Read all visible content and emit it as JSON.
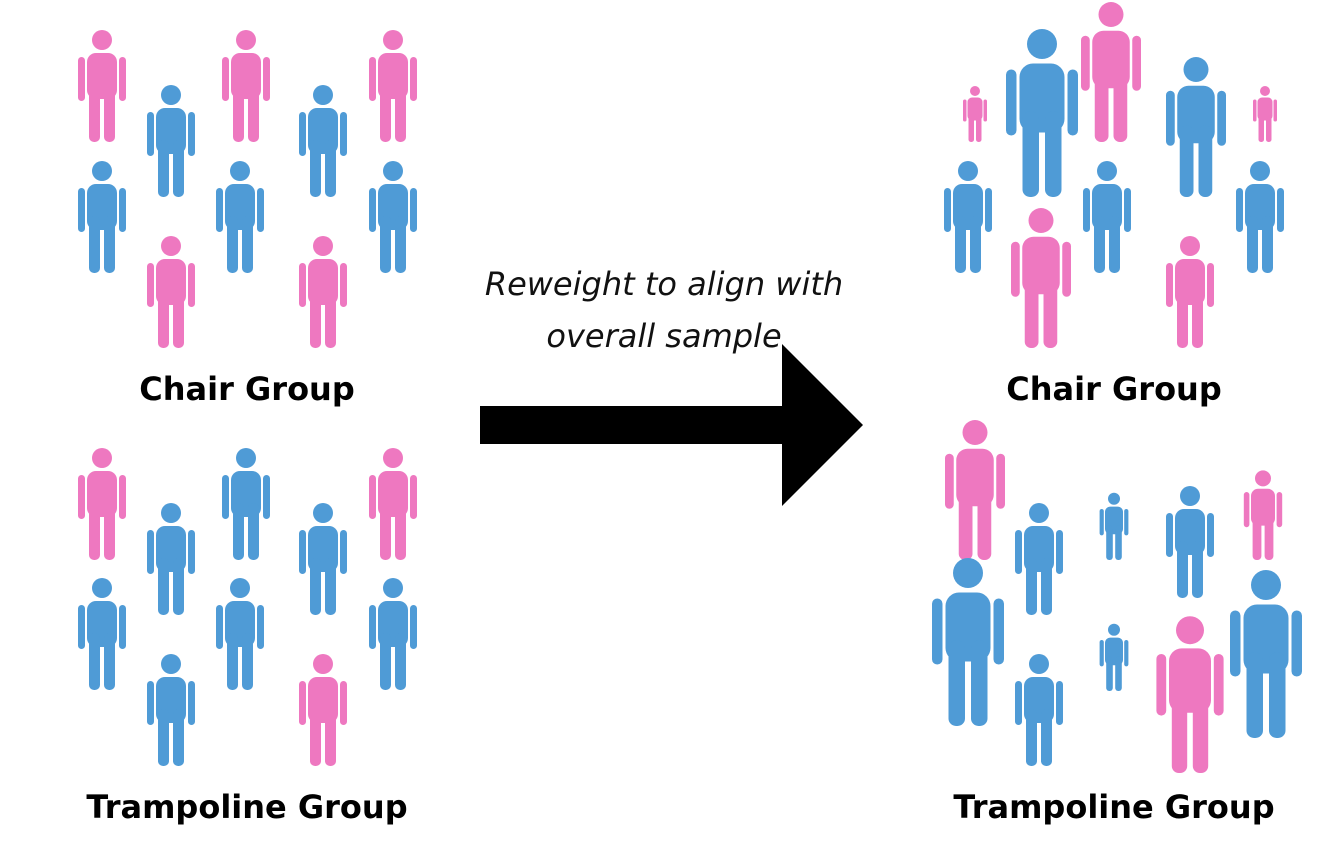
{
  "colors": {
    "female": "#ee78c0",
    "male": "#4f9bd6",
    "arrow": "#000000"
  },
  "icon_names": {
    "female": "person-female-icon",
    "male": "person-male-icon"
  },
  "caption": "Reweight to align with overall sample",
  "panels": [
    {
      "id": "before-chair",
      "label": "Chair Group",
      "weighted": false,
      "people": [
        {
          "sex": "female",
          "weight": 1
        },
        {
          "sex": "male",
          "weight": 1
        },
        {
          "sex": "female",
          "weight": 1
        },
        {
          "sex": "male",
          "weight": 1
        },
        {
          "sex": "female",
          "weight": 1
        },
        {
          "sex": "male",
          "weight": 1
        },
        {
          "sex": "male",
          "weight": 1
        },
        {
          "sex": "male",
          "weight": 1
        },
        {
          "sex": "female",
          "weight": 1
        },
        {
          "sex": "female",
          "weight": 1
        }
      ]
    },
    {
      "id": "before-trampoline",
      "label": "Trampoline Group",
      "weighted": false,
      "people": [
        {
          "sex": "female",
          "weight": 1
        },
        {
          "sex": "male",
          "weight": 1
        },
        {
          "sex": "male",
          "weight": 1
        },
        {
          "sex": "male",
          "weight": 1
        },
        {
          "sex": "female",
          "weight": 1
        },
        {
          "sex": "male",
          "weight": 1
        },
        {
          "sex": "male",
          "weight": 1
        },
        {
          "sex": "male",
          "weight": 1
        },
        {
          "sex": "male",
          "weight": 1
        },
        {
          "sex": "female",
          "weight": 1
        }
      ]
    },
    {
      "id": "after-chair",
      "label": "Chair Group",
      "weighted": true,
      "people": [
        {
          "sex": "female",
          "weight": 0.5
        },
        {
          "sex": "male",
          "weight": 1.5
        },
        {
          "sex": "female",
          "weight": 1.25
        },
        {
          "sex": "male",
          "weight": 1.25
        },
        {
          "sex": "female",
          "weight": 0.5
        },
        {
          "sex": "male",
          "weight": 1
        },
        {
          "sex": "male",
          "weight": 1
        },
        {
          "sex": "male",
          "weight": 1
        },
        {
          "sex": "female",
          "weight": 1.25
        },
        {
          "sex": "female",
          "weight": 1
        }
      ]
    },
    {
      "id": "after-trampoline",
      "label": "Trampoline Group",
      "weighted": true,
      "people": [
        {
          "sex": "female",
          "weight": 1.25
        },
        {
          "sex": "male",
          "weight": 1
        },
        {
          "sex": "male",
          "weight": 0.6
        },
        {
          "sex": "male",
          "weight": 1
        },
        {
          "sex": "female",
          "weight": 0.8
        },
        {
          "sex": "male",
          "weight": 1.5
        },
        {
          "sex": "male",
          "weight": 1
        },
        {
          "sex": "male",
          "weight": 0.6
        },
        {
          "sex": "female",
          "weight": 1.4
        },
        {
          "sex": "male",
          "weight": 1.5
        }
      ]
    }
  ]
}
